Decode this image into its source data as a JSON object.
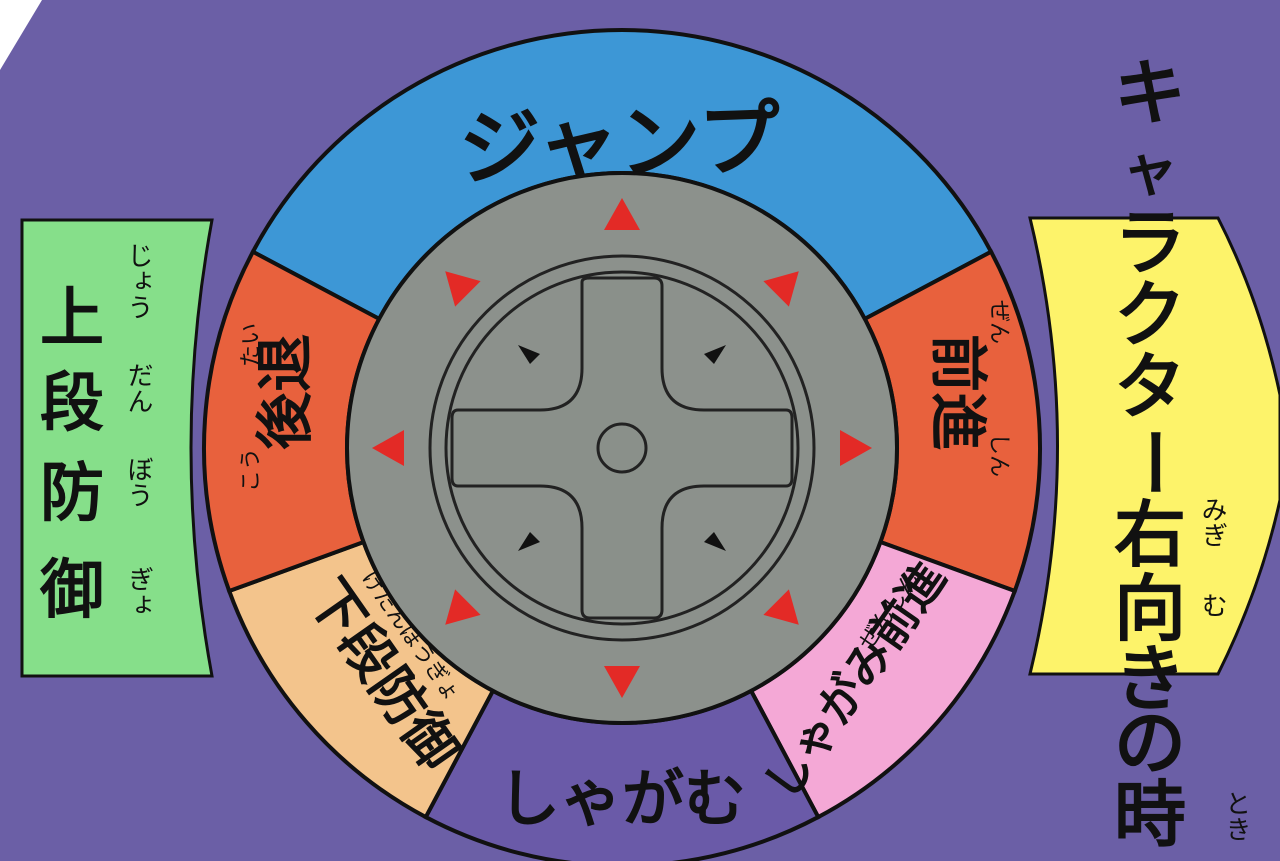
{
  "colors": {
    "background": "#6b5fa6",
    "jump": "#3d97d6",
    "forward": "#e8613d",
    "back": "#e8613d",
    "crouch_forward": "#f4a8d6",
    "low_guard": "#f3c48c",
    "crouch": "#6a5aa8",
    "upper_guard": "#86df8a",
    "character_right": "#fdf36a",
    "pad": "#8c918c",
    "arrow": "#e32a26"
  },
  "segments": {
    "jump": "ジャンプ",
    "forward": "前進",
    "forward_ruby": [
      "ぜん",
      "しん"
    ],
    "back": "後退",
    "back_ruby": [
      "こう",
      "たい"
    ],
    "crouch": "しゃがむ",
    "crouch_forward": "しゃがみ前進",
    "crouch_forward_ruby": "ぜんしん",
    "low_guard": "下段防御",
    "low_guard_ruby": "げだんぼうぎょ"
  },
  "left_panel": {
    "chars": [
      "上",
      "段",
      "防",
      "御"
    ],
    "ruby": [
      "じょう",
      "だん",
      "ぼう",
      "ぎょ"
    ]
  },
  "right_panel": {
    "chars": [
      "キ",
      "ャ",
      "ラ",
      "ク",
      "タ",
      "ー",
      "右",
      "向",
      "き",
      "の",
      "時"
    ],
    "ruby_migi": "みぎ",
    "ruby_mu": "む",
    "ruby_toki": "とき"
  }
}
